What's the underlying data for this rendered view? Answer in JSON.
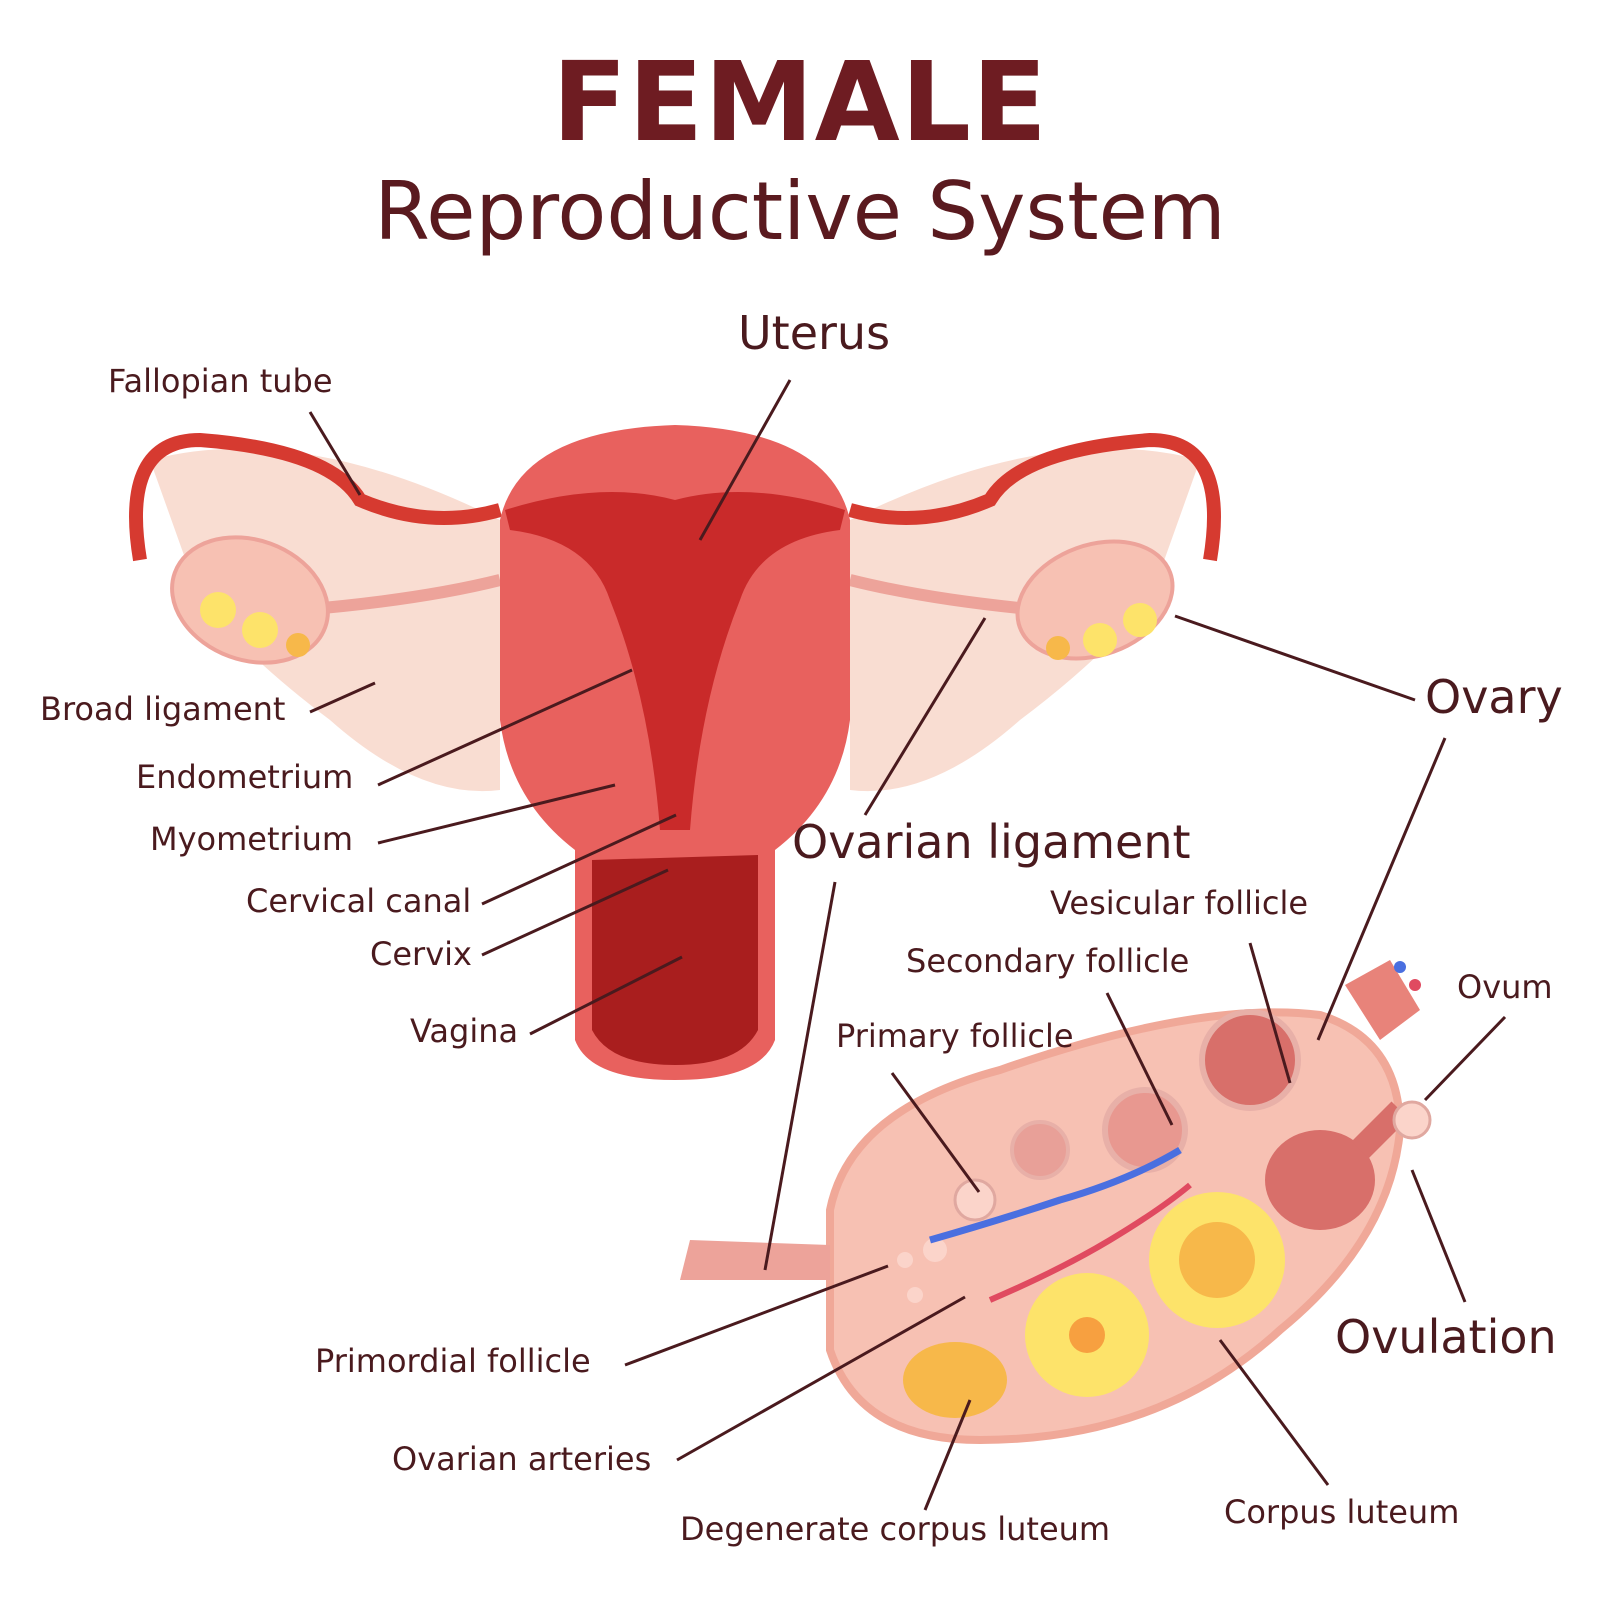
{
  "title": {
    "line1": "FEMALE",
    "line2": "Reproductive System"
  },
  "colors": {
    "title": "#6e1c22",
    "label": "#4a1a1e",
    "uterus": "#e8615e",
    "cavity": "#c92a2a",
    "ovary": "#f7c1b3",
    "ligament": "#f9ddd2",
    "corpus_luteum": "#fde36a"
  },
  "labels": {
    "uterus": "Uterus",
    "fallopian_tube": "Fallopian tube",
    "broad_ligament": "Broad ligament",
    "endometrium": "Endometrium",
    "myometrium": "Myometrium",
    "cervical_canal": "Cervical canal",
    "cervix": "Cervix",
    "vagina": "Vagina",
    "ovary": "Ovary",
    "ovarian_ligament": "Ovarian ligament",
    "vesicular_follicle": "Vesicular follicle",
    "secondary_follicle": "Secondary follicle",
    "primary_follicle": "Primary follicle",
    "ovum": "Ovum",
    "ovulation": "Ovulation",
    "primordial_follicle": "Primordial follicle",
    "ovarian_arteries": "Ovarian arteries",
    "degenerate_corpus_luteum": "Degenerate corpus luteum",
    "corpus_luteum": "Corpus luteum"
  }
}
